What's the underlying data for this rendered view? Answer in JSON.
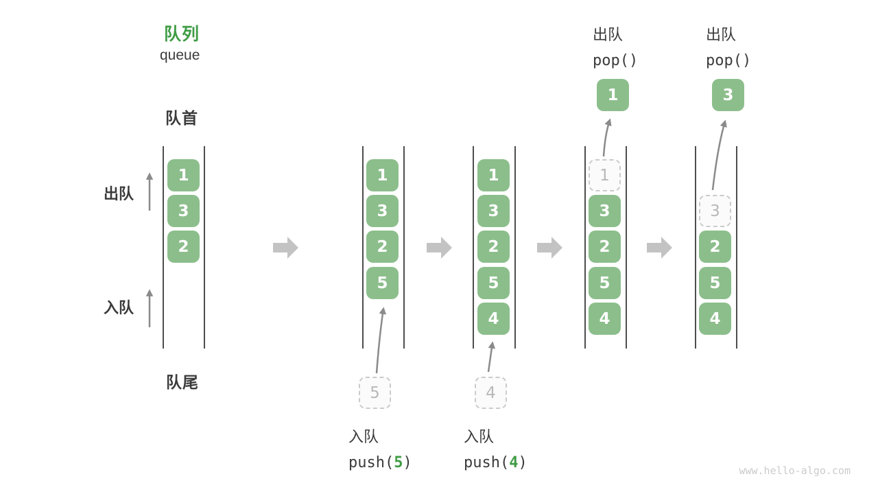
{
  "header": {
    "title_zh": "队列",
    "title_en": "queue"
  },
  "side_labels": {
    "front": "队首",
    "rear": "队尾",
    "dequeue": "出队",
    "enqueue": "入队"
  },
  "ops": {
    "push5": {
      "zh": "入队",
      "fn_open": "push(",
      "arg": "5",
      "fn_close": ")"
    },
    "push4": {
      "zh": "入队",
      "fn_open": "push(",
      "arg": "4",
      "fn_close": ")"
    },
    "pop1": {
      "zh": "出队",
      "fn": "pop()"
    },
    "pop3": {
      "zh": "出队",
      "fn": "pop()"
    }
  },
  "states": [
    {
      "cells": [
        "1",
        "3",
        "2"
      ]
    },
    {
      "cells": [
        "1",
        "3",
        "2",
        "5"
      ],
      "incoming": "5"
    },
    {
      "cells": [
        "1",
        "3",
        "2",
        "5",
        "4"
      ],
      "incoming": "4"
    },
    {
      "ghost": "1",
      "cells": [
        "3",
        "2",
        "5",
        "4"
      ],
      "popped": "1"
    },
    {
      "ghost": "3",
      "cells": [
        "2",
        "5",
        "4"
      ],
      "popped": "3"
    }
  ],
  "icons": {
    "step_arrow": "right-block-arrow",
    "flow_arrow": "up-arrow"
  },
  "colors": {
    "accent_green": "#3F9C44",
    "cell_green": "#8CBE8C",
    "dark_text": "#3B3B3B",
    "wall_line": "#4D4D4D",
    "thin_arrow": "#8A8A8A",
    "block_arrow": "#C3C3C3",
    "ghost_border": "#CBCBCB",
    "ghost_text": "#B8B8B8",
    "watermark": "#CBCBCB"
  },
  "watermark": "www.hello-algo.com"
}
